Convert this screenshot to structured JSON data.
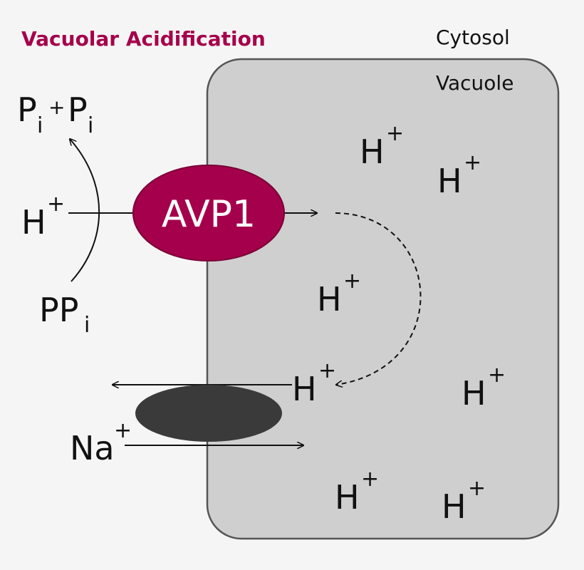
{
  "title": "Vacuolar Acidification",
  "regions": {
    "cytosol": "Cytosol",
    "vacuole": "Vacuole"
  },
  "pump": {
    "label": "AVP1"
  },
  "labels": {
    "proton_base": "H",
    "proton_charge": "+",
    "phosphate_base": "P",
    "phosphate_sub": "i",
    "plus_sign": "+",
    "pyrophosphate_base": "PP",
    "pyrophosphate_sub": "i",
    "sodium_base": "Na",
    "sodium_charge": "+"
  },
  "colors": {
    "title": "#a5004b",
    "pump_fill": "#a5004b",
    "vacuole_fill": "#cfcfcf",
    "vacuole_stroke": "#555555",
    "antiporter_fill": "#3a3a3a",
    "background": "#f5f5f5"
  }
}
